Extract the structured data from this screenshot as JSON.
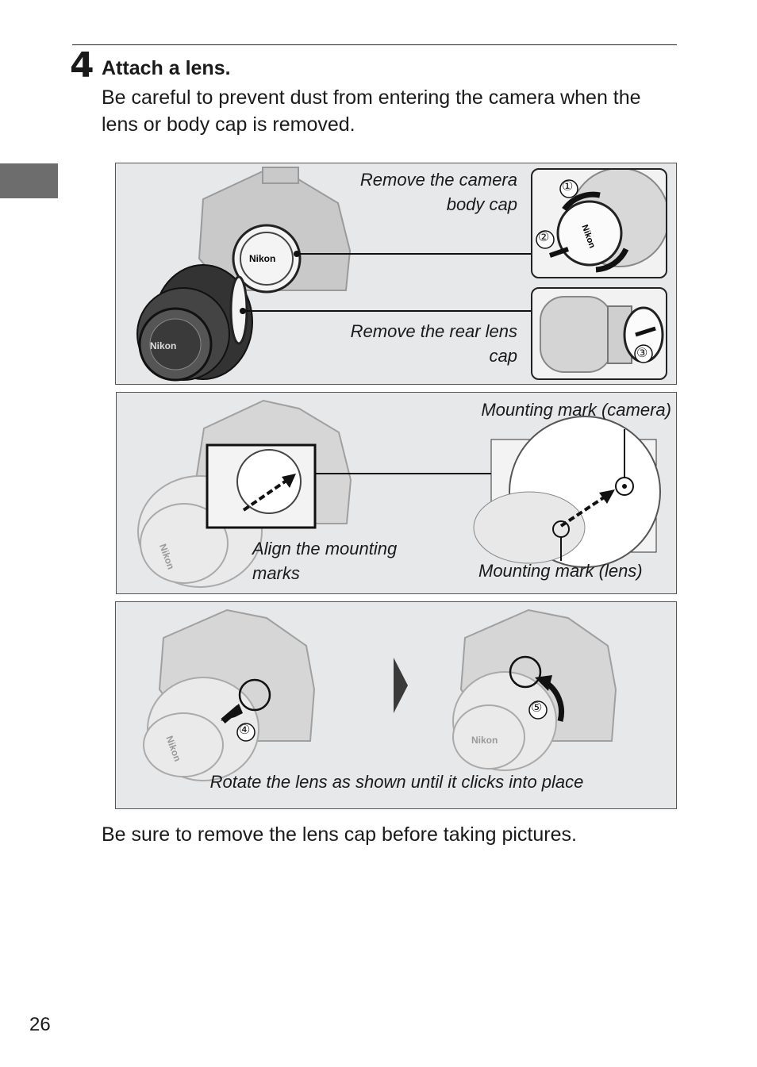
{
  "step": {
    "number": "4",
    "title": "Attach a lens.",
    "text": "Be careful to prevent dust from entering the camera when the lens or body cap is removed."
  },
  "panel1": {
    "caption_body_cap": "Remove the camera body cap",
    "caption_rear_cap": "Remove the rear lens cap",
    "markers": [
      "①",
      "②",
      "③"
    ],
    "logo": "Nikon"
  },
  "panel2": {
    "caption_mark_camera": "Mounting mark (camera)",
    "caption_align": "Align the mounting marks",
    "caption_mark_lens": "Mounting mark (lens)",
    "logo": "Nikon"
  },
  "panel3": {
    "caption": "Rotate the lens as shown until it clicks into place",
    "markers": [
      "④",
      "⑤"
    ],
    "logo": "Nikon"
  },
  "footer_text": "Be sure to remove the lens cap before taking pictures.",
  "page_number": "26",
  "colors": {
    "panel_bg": "#e7e8e9",
    "side_tab": "#6d6d6d",
    "rule": "#222222"
  }
}
